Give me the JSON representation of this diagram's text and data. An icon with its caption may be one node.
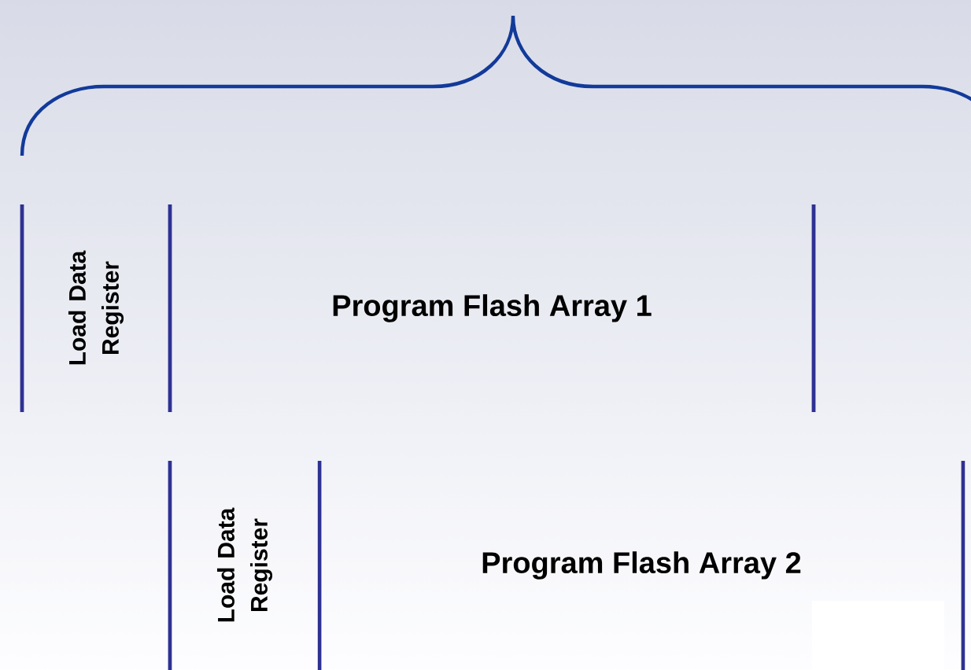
{
  "diagram": {
    "nodes": [
      {
        "text": [
          "Load Data Register"
        ]
      },
      {
        "text": [
          "Program Flash Array 1"
        ]
      },
      {
        "text": [
          "Load Data Register"
        ]
      },
      {
        "text": [
          "Program Flash Array 2"
        ]
      }
    ]
  }
}
